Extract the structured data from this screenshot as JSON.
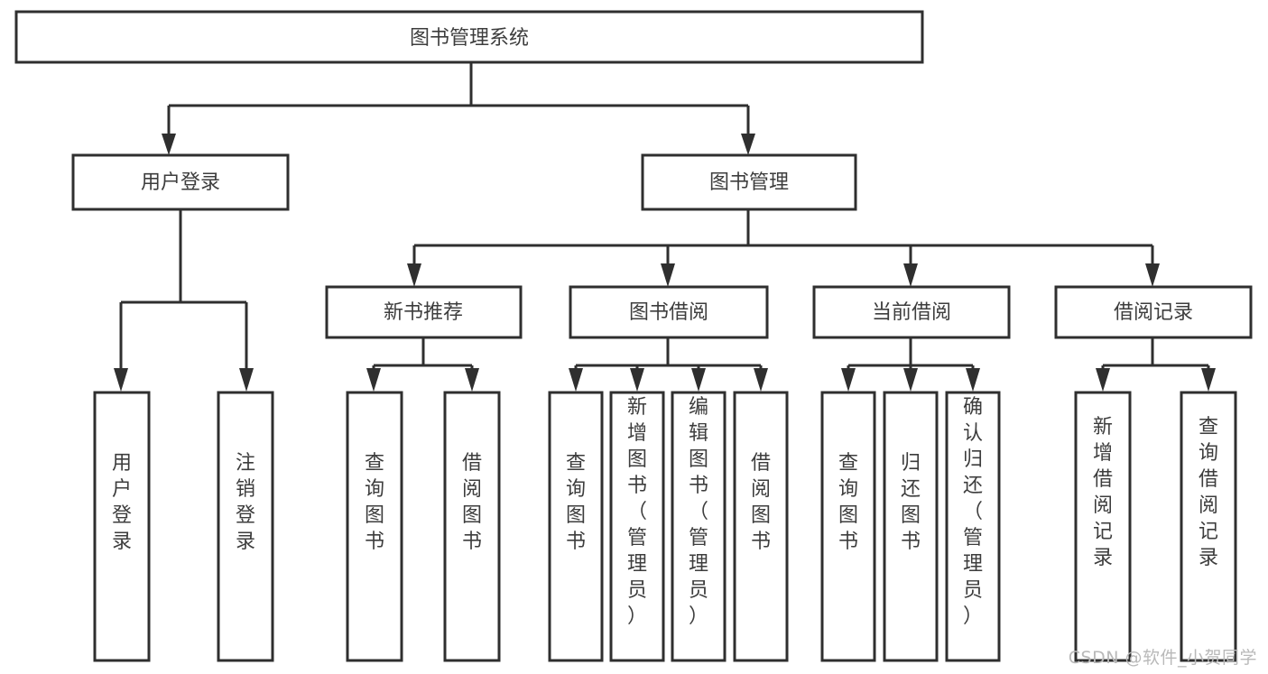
{
  "diagram": {
    "title": "图书管理系统",
    "watermark": "CSDN @软件_小贺同学",
    "colors": {
      "stroke": "#2f2f2f",
      "fill": "#ffffff",
      "text": "#3d3d3d",
      "watermark": "#b9b9b9",
      "background": "#ffffff"
    },
    "nodes": {
      "root": {
        "label": "图书管理系统"
      },
      "level1": [
        {
          "label": "用户登录"
        },
        {
          "label": "图书管理"
        }
      ],
      "level2": [
        {
          "label": "新书推荐"
        },
        {
          "label": "图书借阅"
        },
        {
          "label": "当前借阅"
        },
        {
          "label": "借阅记录"
        }
      ],
      "leaves": {
        "user_login": [
          {
            "label": "用户登录"
          },
          {
            "label": "注销登录"
          }
        ],
        "new_book_recommend": [
          {
            "label": "查询图书"
          },
          {
            "label": "借阅图书"
          }
        ],
        "book_borrow": [
          {
            "label": "查询图书"
          },
          {
            "label": "新增图书（管理员）"
          },
          {
            "label": "编辑图书（管理员）"
          },
          {
            "label": "借阅图书"
          }
        ],
        "current_borrow": [
          {
            "label": "查询图书"
          },
          {
            "label": "归还图书"
          },
          {
            "label": "确认归还（管理员）"
          }
        ],
        "borrow_record": [
          {
            "label": "新增借阅记录"
          },
          {
            "label": "查询借阅记录"
          }
        ]
      }
    }
  }
}
